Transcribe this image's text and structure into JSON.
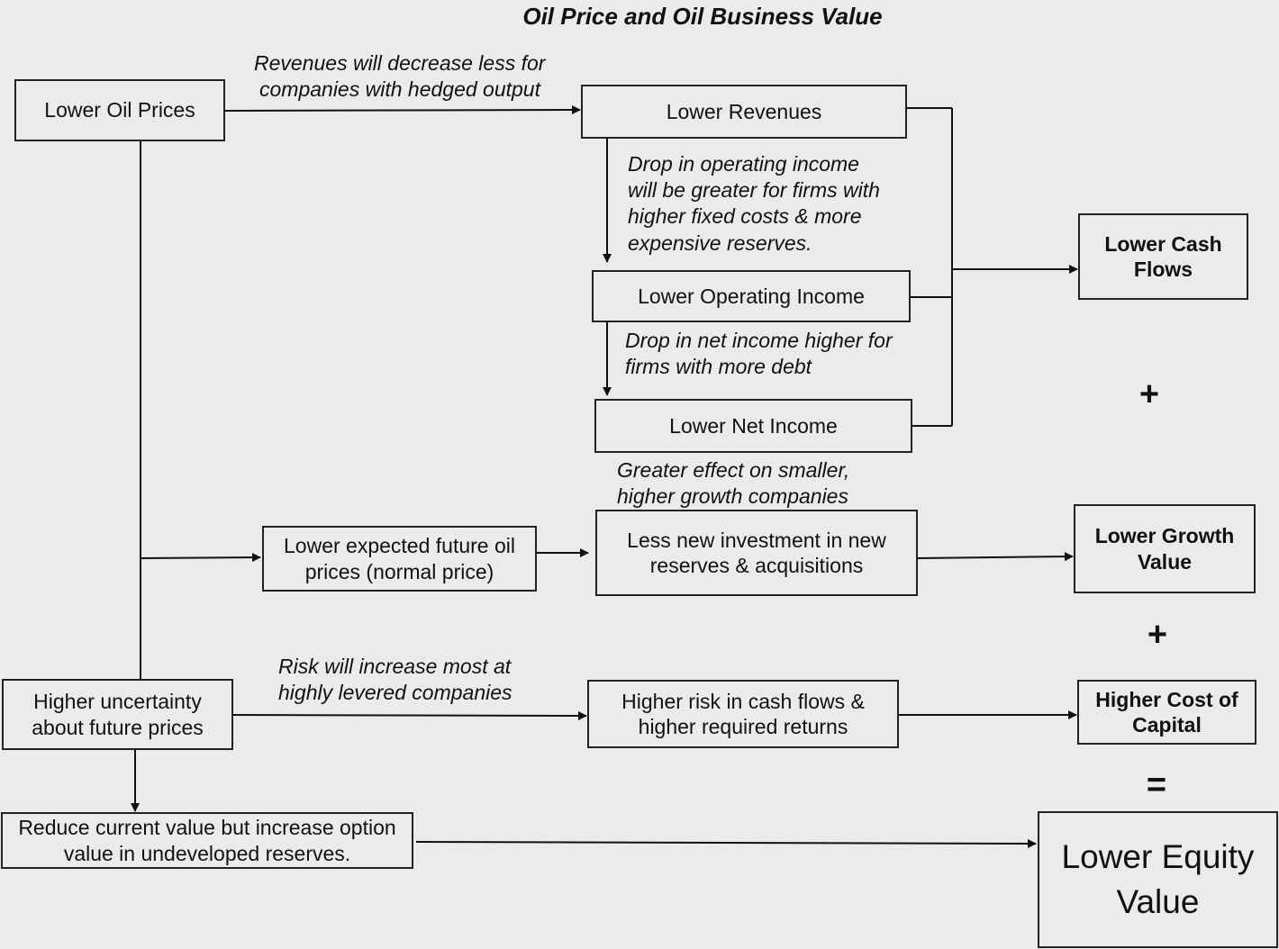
{
  "title": "Oil Price and Oil Business Value",
  "boxes": {
    "lower_oil_prices": "Lower Oil Prices",
    "lower_revenues": "Lower Revenues",
    "lower_operating_income": "Lower Operating Income",
    "lower_net_income": "Lower Net Income",
    "lower_cash_flows": "Lower Cash Flows",
    "lower_expected_future": "Lower expected future oil prices (normal price)",
    "less_new_investment": "Less new investment in new reserves & acquisitions",
    "lower_growth_value": "Lower Growth Value",
    "higher_uncertainty": "Higher uncertainty about future prices",
    "higher_risk": "Higher risk in cash flows & higher required returns",
    "higher_cost_of_capital": "Higher Cost of Capital",
    "reduce_current_value": "Reduce current value but increase option value in undeveloped reserves.",
    "lower_equity_value": "Lower Equity Value"
  },
  "notes": {
    "hedged_line1": "Revenues will decrease less for",
    "hedged_line2": "companies with hedged output",
    "opinc_line1": "Drop in operating income",
    "opinc_line2": "will be greater for firms with",
    "opinc_line3": "higher fixed costs & more",
    "opinc_line4": "expensive reserves.",
    "netinc_line1": "Drop in net income higher for",
    "netinc_line2": "firms with more debt",
    "growth_line1": "Greater effect on smaller,",
    "growth_line2": "higher growth companies",
    "risk_line1": "Risk will increase most at",
    "risk_line2": "highly levered companies"
  },
  "operators": {
    "plus_1": "+",
    "plus_2": "+",
    "equals": "="
  }
}
